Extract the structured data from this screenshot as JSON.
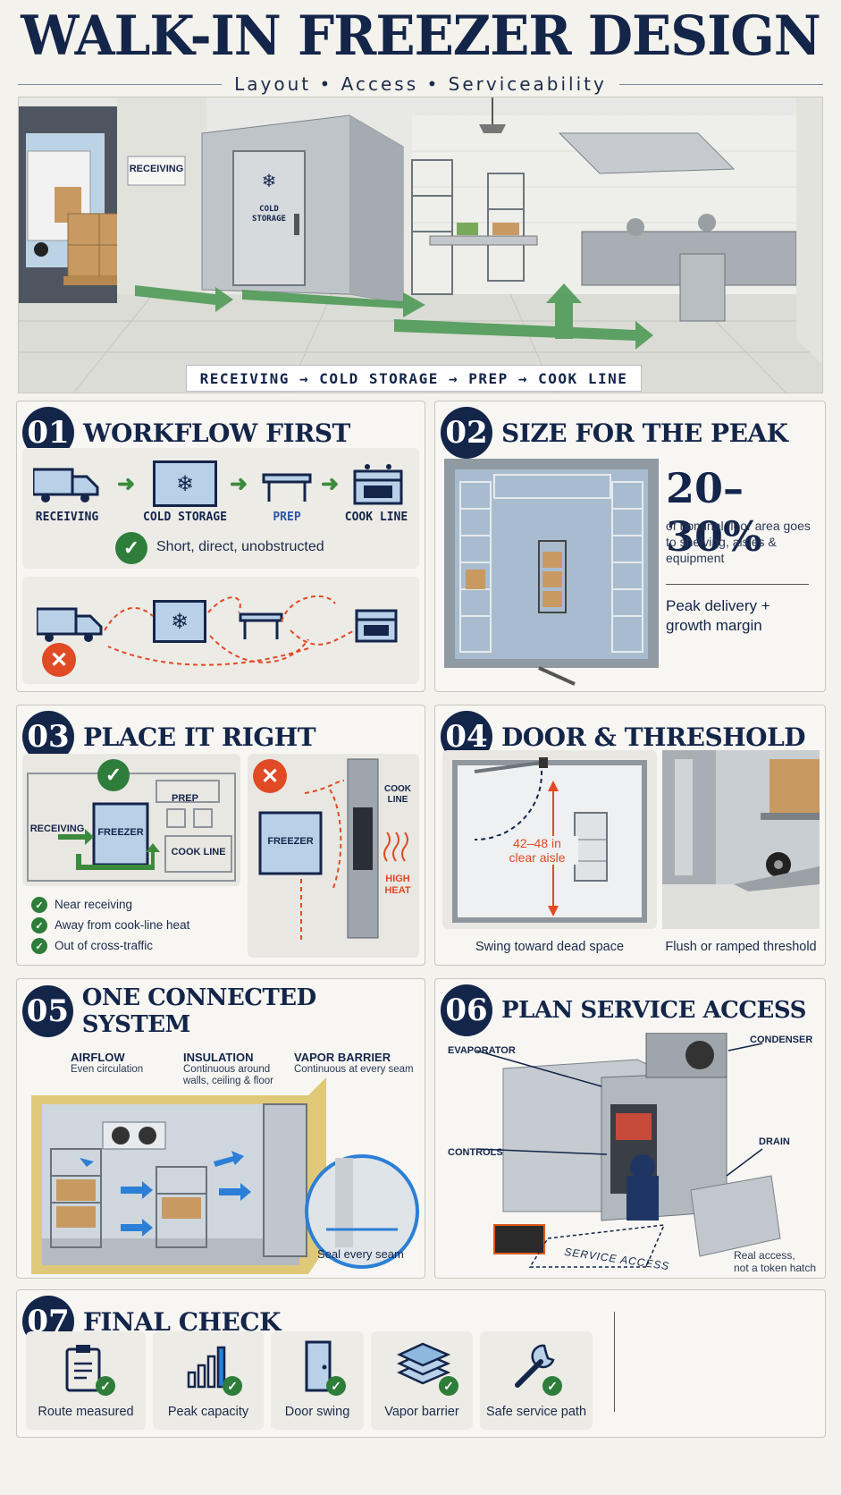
{
  "header": {
    "title": "WALK-IN FREEZER DESIGN",
    "subtitle": "Layout • Access • Serviceability"
  },
  "hero": {
    "sign_receiving": "RECEIVING",
    "door_label_1": "COLD",
    "door_label_2": "STORAGE",
    "flow": "RECEIVING → COLD STORAGE → PREP → COOK LINE"
  },
  "s1": {
    "num": "01",
    "title": "WORKFLOW FIRST",
    "steps": [
      "RECEIVING",
      "COLD STORAGE",
      "PREP",
      "COOK LINE"
    ],
    "good": "Short, direct, unobstructed"
  },
  "s2": {
    "num": "02",
    "title": "SIZE FOR THE PEAK",
    "stat": "20–30%",
    "stat_desc": "of nominal floor area goes to shelving, aisles & equipment",
    "note": "Peak delivery + growth margin"
  },
  "s3": {
    "num": "03",
    "title": "PLACE IT RIGHT",
    "good_labels": {
      "receiving": "RECEIVING",
      "freezer": "FREEZER",
      "prep": "PREP",
      "cook": "COOK LINE"
    },
    "bad_labels": {
      "freezer": "FREEZER",
      "cook1": "COOK",
      "cook2": "LINE",
      "heat1": "HIGH",
      "heat2": "HEAT"
    },
    "checks": [
      "Near receiving",
      "Away from cook-line heat",
      "Out of cross-traffic"
    ]
  },
  "s4": {
    "num": "04",
    "title": "DOOR & THRESHOLD",
    "aisle_1": "42–48 in",
    "aisle_2": "clear aisle",
    "cap_left": "Swing toward dead space",
    "cap_right": "Flush or ramped threshold"
  },
  "s5": {
    "num": "05",
    "title": "ONE CONNECTED SYSTEM",
    "airflow": "AIRFLOW",
    "airflow_desc": "Even circulation",
    "insulation": "INSULATION",
    "insulation_desc": "Continuous around walls, ceiling & floor",
    "vapor": "VAPOR BARRIER",
    "vapor_desc": "Continuous at every seam",
    "seal": "Seal every seam"
  },
  "s6": {
    "num": "06",
    "title": "PLAN SERVICE ACCESS",
    "evaporator": "EVAPORATOR",
    "condenser": "CONDENSER",
    "controls": "CONTROLS",
    "drain": "DRAIN",
    "service": "SERVICE ACCESS",
    "note_1": "Real access,",
    "note_2": "not a token hatch"
  },
  "s7": {
    "num": "07",
    "title": "FINAL CHECK",
    "items": [
      {
        "label": "Route measured",
        "icon": "clipboard-icon"
      },
      {
        "label": "Peak capacity",
        "icon": "bar-chart-icon"
      },
      {
        "label": "Door swing",
        "icon": "door-icon"
      },
      {
        "label": "Vapor barrier",
        "icon": "layers-icon"
      },
      {
        "label": "Safe service path",
        "icon": "wrench-icon"
      }
    ]
  },
  "colors": {
    "navy": "#14254a",
    "green": "#2e7d3a",
    "red": "#e04a24",
    "ice": "#b8d0e8"
  }
}
